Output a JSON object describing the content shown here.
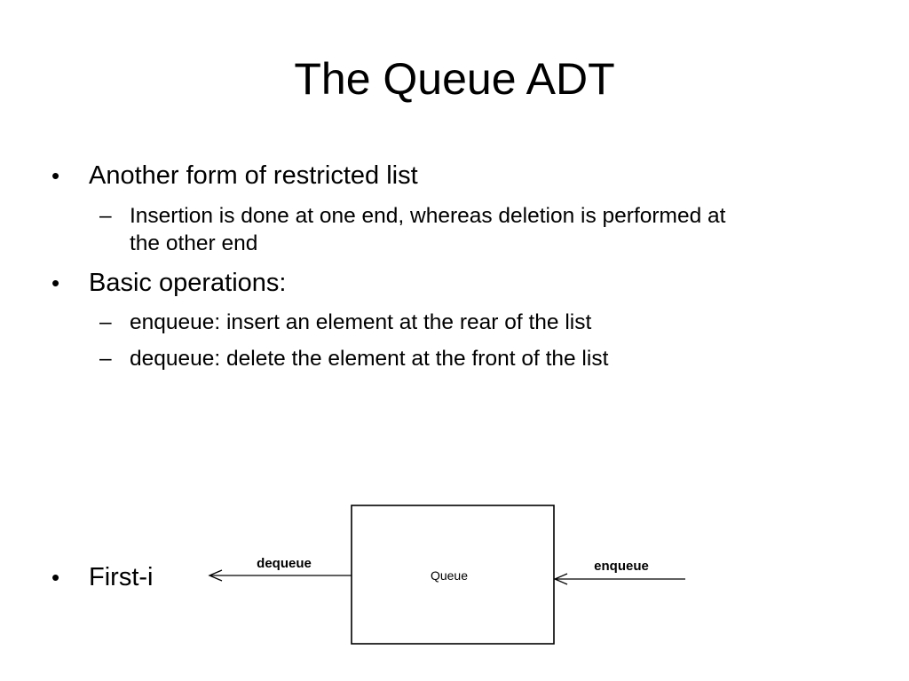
{
  "slide": {
    "title": "The Queue ADT",
    "bullets": [
      {
        "text": "Another form of restricted list",
        "subs": [
          "Insertion is done at one end, whereas deletion is performed at the other end"
        ]
      },
      {
        "text": "Basic operations:",
        "subs": [
          "enqueue: insert an element at the rear of the list",
          "dequeue: delete the element at the front of the list"
        ]
      },
      {
        "text": "First-i",
        "subs": []
      }
    ],
    "bullet_symbol": "•",
    "sub_symbol": "–"
  },
  "diagram": {
    "box_label": "Queue",
    "left_arrow_label": "dequeue",
    "right_arrow_label": "enqueue"
  }
}
